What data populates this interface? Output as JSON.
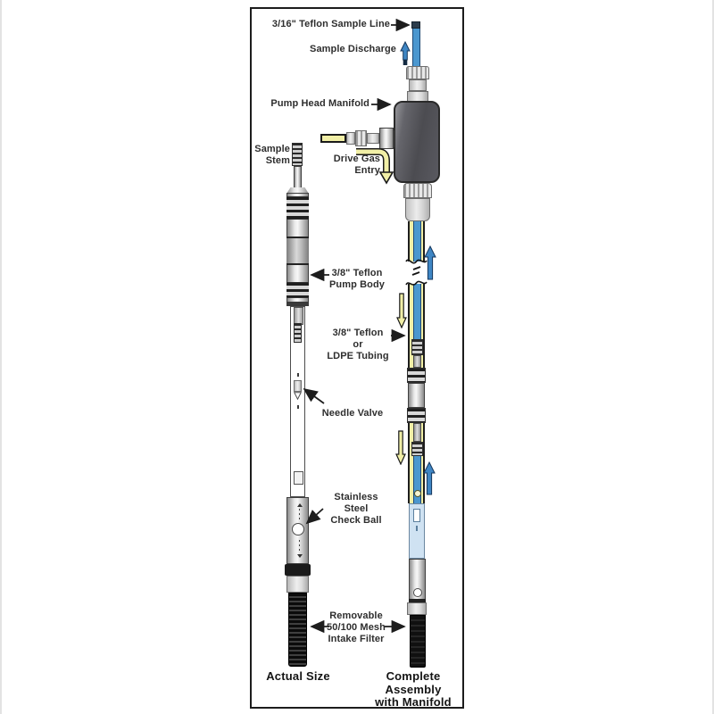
{
  "diagram": {
    "title_context": "Gas-drive sampling pump diagram",
    "labels": {
      "sample_line": "3/16\" Teflon Sample Line",
      "sample_discharge": "Sample Discharge",
      "pump_head_manifold": "Pump Head Manifold",
      "sample_stem": "Sample\nStem",
      "drive_gas_entry": "Drive Gas\nEntry",
      "pump_body": "3/8\" Teflon\nPump Body",
      "tubing": "3/8\" Teflon or\nLDPE Tubing",
      "needle_valve": "Needle Valve",
      "check_ball": "Stainless Steel\nCheck Ball",
      "intake_filter": "Removable\n50/100 Mesh\nIntake Filter"
    },
    "captions": {
      "left_device": "Actual Size",
      "right_device": "Complete Assembly\nwith Manifold"
    },
    "colors": {
      "tube_blue": "#4b97cf",
      "flow_arrow_blue": "#3f86c4",
      "drive_gas_yellow": "#f1efa6",
      "water_light_blue": "#cfe2f2",
      "manifold_gray": "#56565a",
      "filter_black": "#161616",
      "frame_border": "#1c1c1c"
    }
  }
}
